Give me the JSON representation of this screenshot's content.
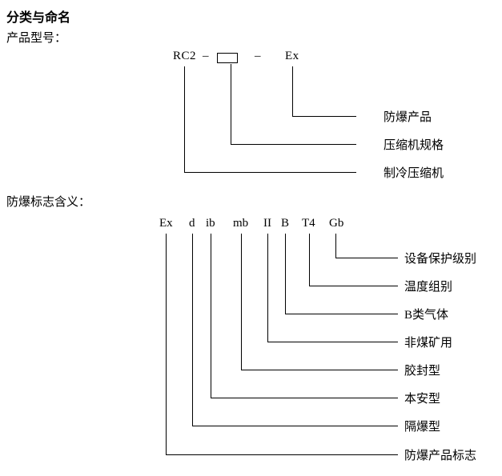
{
  "page": {
    "title": "分类与命名",
    "section1_label": "产品型号：",
    "section2_label": "防爆标志含义："
  },
  "model_diagram": {
    "prefix": "RC2",
    "dash1": "–",
    "dash2": "–",
    "suffix": "Ex",
    "labels": [
      {
        "text": "防爆产品"
      },
      {
        "text": "压缩机规格"
      },
      {
        "text": "制冷压缩机"
      }
    ]
  },
  "marking_diagram": {
    "tokens": [
      {
        "text": "Ex"
      },
      {
        "text": "d"
      },
      {
        "text": "ib"
      },
      {
        "text": "mb"
      },
      {
        "text": "II"
      },
      {
        "text": "B"
      },
      {
        "text": "T4"
      },
      {
        "text": "Gb"
      }
    ],
    "labels": [
      {
        "text": "设备保护级别"
      },
      {
        "text": "温度组别"
      },
      {
        "text": "B类气体"
      },
      {
        "text": "非煤矿用"
      },
      {
        "text": "胶封型"
      },
      {
        "text": "本安型"
      },
      {
        "text": "隔爆型"
      },
      {
        "text": "防爆产品标志"
      }
    ]
  }
}
